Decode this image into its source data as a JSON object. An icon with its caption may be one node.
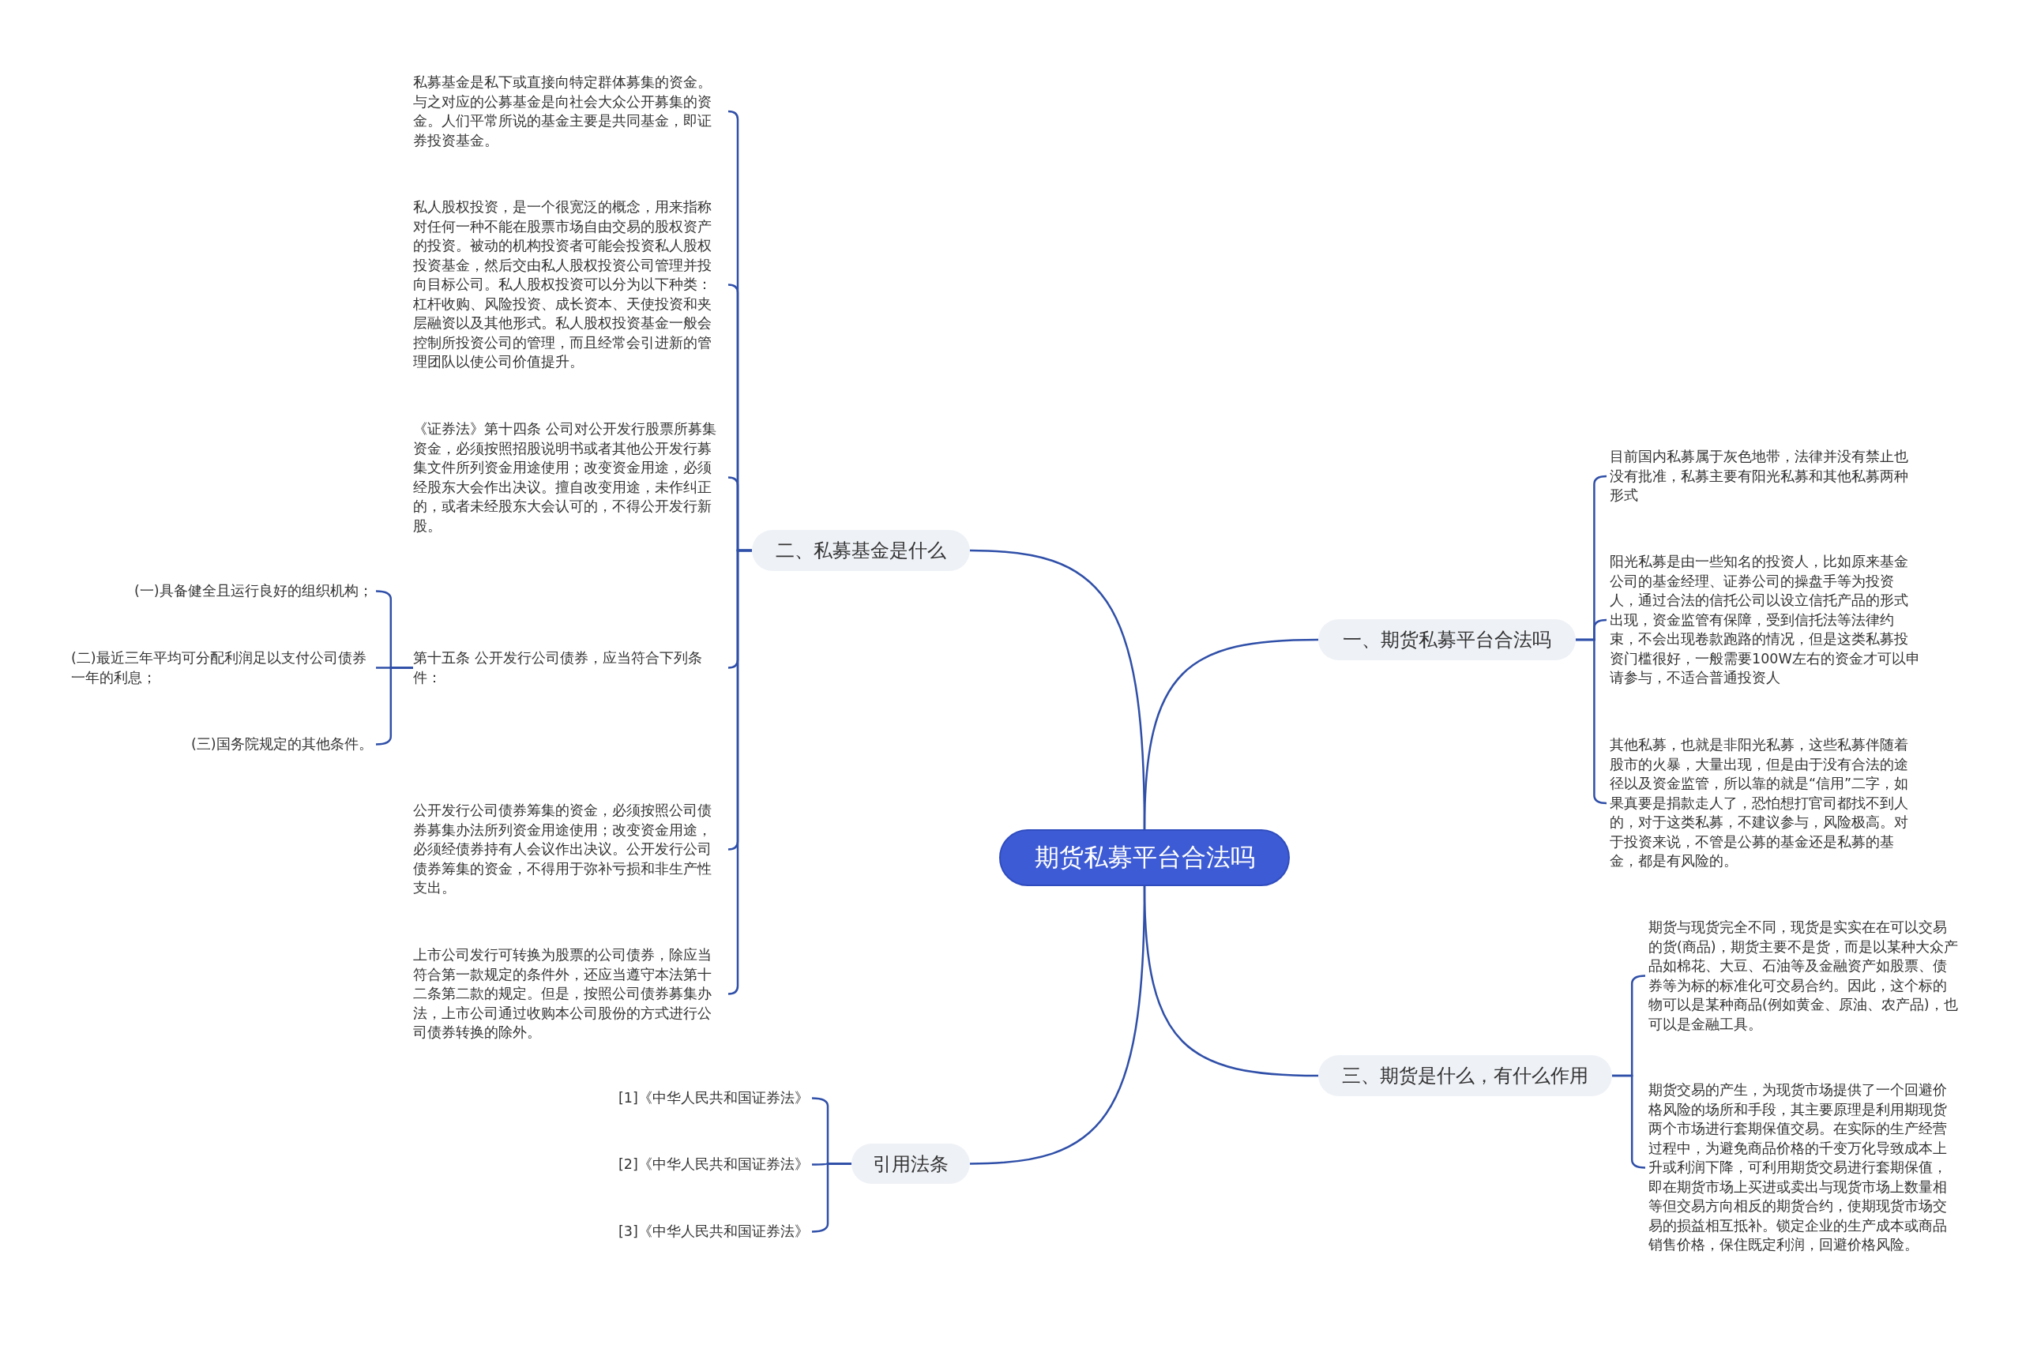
{
  "diagram": {
    "nodes": [
      {
        "text": [
          "期货私募平台合法吗"
        ]
      },
      {
        "text": [
          "一、期货私募平台合法吗"
        ]
      },
      {
        "text": [
          "目前国内私募属于灰色地带，法律并没有禁止也没有批准，私募主要有阳光私募和其他私募两种形式"
        ]
      },
      {
        "text": [
          "阳光私募是由一些知名的投资人，比如原来基金公司的基金经理、证券公司的操盘手等为投资人，通过合法的信托公司以设立信托产品的形式出现，资金监管有保障，受到信托法等法律约束，不会出现卷款跑路的情况，但是这类私募投资门槛很好，一般需要100W左右的资金才可以申请参与，不适合普通投资人"
        ]
      },
      {
        "text": [
          "其他私募，也就是非阳光私募，这些私募伴随着股市的火暴，大量出现，但是由于没有合法的途径以及资金监管，所以靠的就是“信用”二字，如果真要是捐款走人了，恐怕想打官司都找不到人的，对于这类私募，不建议参与，风险极高。对于投资来说，不管是公募的基金还是私募的基金，都是有风险的。"
        ]
      },
      {
        "text": [
          "三、期货是什么，有什么作用"
        ]
      },
      {
        "text": [
          "期货与现货完全不同，现货是实实在在可以交易的货(商品)，期货主要不是货，而是以某种大众产品如棉花、大豆、石油等及金融资产如股票、债券等为标的标准化可交易合约。因此，这个标的物可以是某种商品(例如黄金、原油、农产品)，也可以是金融工具。"
        ]
      },
      {
        "text": [
          "期货交易的产生，为现货市场提供了一个回避价格风险的场所和手段，其主要原理是利用期现货两个市场进行套期保值交易。在实际的生产经营过程中，为避免商品价格的千变万化导致成本上升或利润下降，可利用期货交易进行套期保值，即在期货市场上买进或卖出与现货市场上数量相等但交易方向相反的期货合约，使期现货市场交易的损益相互抵补。锁定企业的生产成本或商品销售价格，保住既定利润，回避价格风险。"
        ]
      },
      {
        "text": [
          "二、私募基金是什么"
        ]
      },
      {
        "text": [
          "私募基金是私下或直接向特定群体募集的资金。与之对应的公募基金是向社会大众公开募集的资金。人们平常所说的基金主要是共同基金，即证券投资基金。"
        ]
      },
      {
        "text": [
          "私人股权投资，是一个很宽泛的概念，用来指称对任何一种不能在股票市场自由交易的股权资产的投资。被动的机构投资者可能会投资私人股权投资基金，然后交由私人股权投资公司管理并投向目标公司。私人股权投资可以分为以下种类：杠杆收购、风险投资、成长资本、天使投资和夹层融资以及其他形式。私人股权投资基金一般会控制所投资公司的管理，而且经常会引进新的管理团队以使公司价值提升。"
        ]
      },
      {
        "text": [
          "《证券法》第十四条 公司对公开发行股票所募集资金，必须按照招股说明书或者其他公开发行募集文件所列资金用途使用；改变资金用途，必须经股东大会作出决议。擅自改变用途，未作纠正的，或者未经股东大会认可的，不得公开发行新股。"
        ]
      },
      {
        "text": [
          "第十五条 公开发行公司债券，应当符合下列条件："
        ]
      },
      {
        "text": [
          "(一)具备健全且运行良好的组织机构；"
        ]
      },
      {
        "text": [
          "(二)最近三年平均可分配利润足以支付公司债券一年的利息；"
        ]
      },
      {
        "text": [
          "(三)国务院规定的其他条件。"
        ]
      },
      {
        "text": [
          "公开发行公司债券筹集的资金，必须按照公司债券募集办法所列资金用途使用；改变资金用途，必须经债券持有人会议作出决议。公开发行公司债券筹集的资金，不得用于弥补亏损和非生产性支出。"
        ]
      },
      {
        "text": [
          "上市公司发行可转换为股票的公司债券，除应当符合第一款规定的条件外，还应当遵守本法第十二条第二款的规定。但是，按照公司债券募集办法，上市公司通过收购本公司股份的方式进行公司债券转换的除外。"
        ]
      },
      {
        "text": [
          "引用法条"
        ]
      },
      {
        "text": [
          "[1]《中华人民共和国证券法》"
        ]
      },
      {
        "text": [
          "[2]《中华人民共和国证券法》"
        ]
      },
      {
        "text": [
          "[3]《中华人民共和国证券法》"
        ]
      }
    ],
    "edges": [
      {
        "from": 0,
        "to": 1,
        "arrow": "none"
      },
      {
        "from": 1,
        "to": 2,
        "arrow": "none"
      },
      {
        "from": 1,
        "to": 3,
        "arrow": "none"
      },
      {
        "from": 1,
        "to": 4,
        "arrow": "none"
      },
      {
        "from": 0,
        "to": 5,
        "arrow": "none"
      },
      {
        "from": 5,
        "to": 6,
        "arrow": "none"
      },
      {
        "from": 5,
        "to": 7,
        "arrow": "none"
      },
      {
        "from": 0,
        "to": 8,
        "arrow": "none"
      },
      {
        "from": 8,
        "to": 9,
        "arrow": "none"
      },
      {
        "from": 8,
        "to": 10,
        "arrow": "none"
      },
      {
        "from": 8,
        "to": 11,
        "arrow": "none"
      },
      {
        "from": 8,
        "to": 12,
        "arrow": "none"
      },
      {
        "from": 12,
        "to": 13,
        "arrow": "none"
      },
      {
        "from": 12,
        "to": 14,
        "arrow": "none"
      },
      {
        "from": 12,
        "to": 15,
        "arrow": "none"
      },
      {
        "from": 8,
        "to": 16,
        "arrow": "none"
      },
      {
        "from": 8,
        "to": 17,
        "arrow": "none"
      },
      {
        "from": 0,
        "to": 18,
        "arrow": "none"
      },
      {
        "from": 18,
        "to": 19,
        "arrow": "none"
      },
      {
        "from": 18,
        "to": 20,
        "arrow": "none"
      },
      {
        "from": 18,
        "to": 21,
        "arrow": "none"
      }
    ]
  }
}
